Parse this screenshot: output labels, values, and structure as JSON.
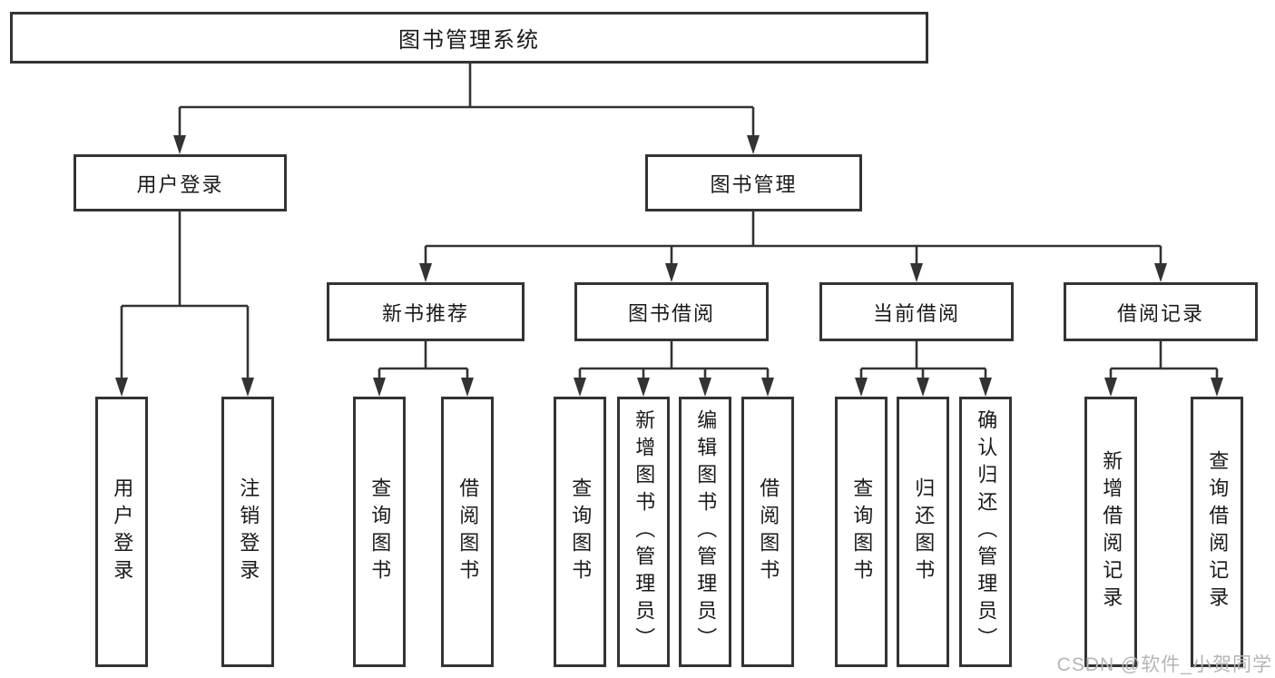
{
  "tree": {
    "root": "图书管理系统",
    "level2": [
      "用户登录",
      "图书管理"
    ],
    "level3": [
      "新书推荐",
      "图书借阅",
      "当前借阅",
      "借阅记录"
    ],
    "leaves": {
      "login": [
        "用户登录",
        "注销登录"
      ],
      "recommend": [
        "查询图书",
        "借阅图书"
      ],
      "borrow": [
        "查询图书",
        "新增图书（管理员）",
        "编辑图书（管理员）",
        "借阅图书"
      ],
      "current": [
        "查询图书",
        "归还图书",
        "确认归还（管理员）"
      ],
      "records": [
        "新增借阅记录",
        "查询借阅记录"
      ]
    }
  },
  "watermark": {
    "text": "CSDN @软件_小贺同学"
  },
  "colors": {
    "line": "#333333",
    "border": "#333333",
    "text": "#1a1a1a",
    "watermark": "#b5b5b5",
    "background": "#ffffff"
  }
}
